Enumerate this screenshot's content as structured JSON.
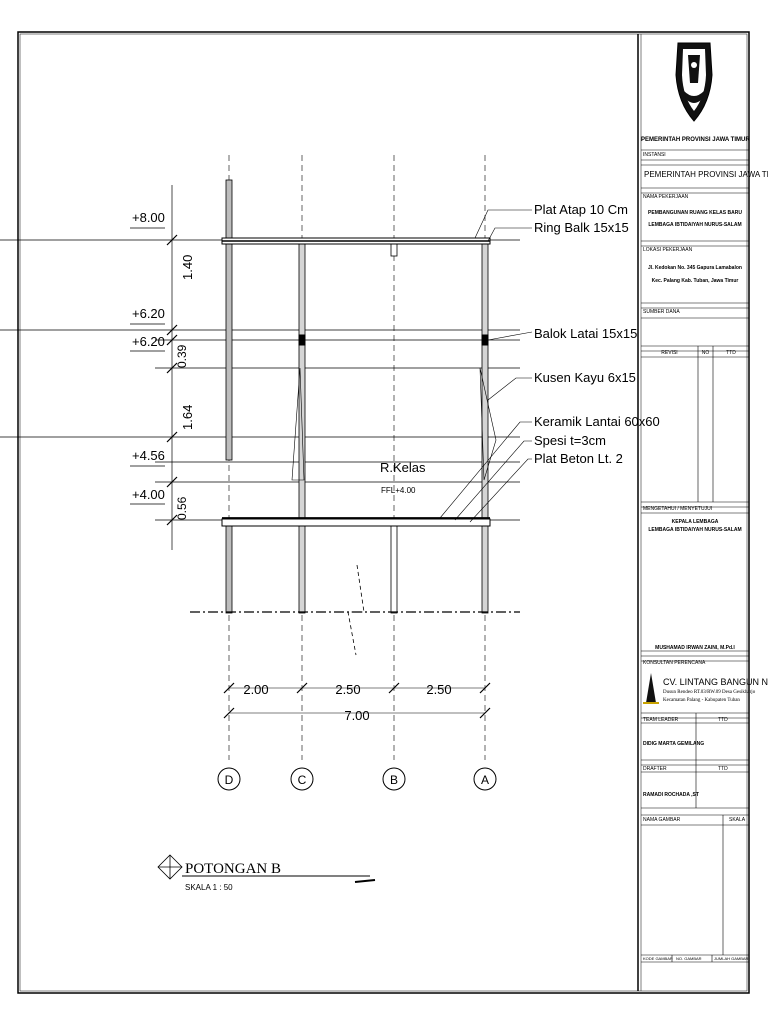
{
  "drawing": {
    "levels": [
      "+8.00",
      "+6.20",
      "+6.20",
      "+4.56",
      "+4.00"
    ],
    "vertical_dims": [
      "1.40",
      "0.39",
      "1.64",
      "0.56"
    ],
    "callouts": [
      "Plat Atap 10 Cm",
      "Ring Balk 15x15",
      "Balok Latai 15x15",
      "Kusen Kayu 6x15",
      "Keramik Lantai 60x60",
      "Spesi t=3cm",
      "Plat Beton Lt. 2"
    ],
    "room_name": "R.Kelas",
    "floor_level": "FFL+4.00",
    "span_dims": [
      "2.00",
      "2.50",
      "2.50"
    ],
    "total_span": "7.00",
    "grid_axes": [
      "D",
      "C",
      "B",
      "A"
    ],
    "section_title": "POTONGAN B",
    "scale": "SKALA 1 : 50"
  },
  "title_block": {
    "agency": "PEMERINTAH PROVINSI JAWA TIMUR",
    "instansi_label": "INSTANSI",
    "instansi_value": "PEMERINTAH PROVINSI JAWA TIMUR",
    "pekerjaan_label": "NAMA PEKERJAAN",
    "pekerjaan_line1": "PEMBANGUNAN RUANG KELAS BARU",
    "pekerjaan_line2": "LEMBAGA IBTIDAIYAH NURUS-SALAM",
    "lokasi_label": "LOKASI PEKERJAAN",
    "lokasi_line1": "Jl. Kedokan No. 345 Gapura Lamabalon",
    "lokasi_line2": "Kec. Palang Kab. Tuban, Jawa Timur",
    "sumber_label": "SUMBER DANA",
    "revisi_label": "REVISI",
    "no_label": "NO",
    "ttd_label": "TTD",
    "mengetahui_label": "MENGETAHUI / MENYETUJUI",
    "mengetahui_line1": "KEPALA LEMBAGA",
    "mengetahui_line2": "LEMBAGA IBTIDAIYAH NURUS-SALAM",
    "signatory": "MUSHAMAD IRWAN ZAINI, M.Pd.I",
    "konsultan_label": "KONSULTAN PERENCANA",
    "konsultan_name": "CV. LINTANG BANGUN NAGARI",
    "konsultan_addr1": "Dusun Rendeo RT.03/RW.09 Desa Gesikharjo",
    "konsultan_addr2": "Kecamatan Palang - Kabupaten Tuban",
    "team_leader_label": "TEAM LEADER",
    "team_leader_ttd": "TTD",
    "team_leader_name": "DIDIG MARTA GEMILANG",
    "drafter_label": "DRAFTER",
    "drafter_ttd": "TTD",
    "drafter_name": "RAMADI ROCHADA ,ST",
    "nama_gambar_label": "NAMA GAMBAR",
    "skala_label": "SKALA",
    "footer_1": "KODE GAMBAR",
    "footer_2": "NO. GAMBAR",
    "footer_3": "JUMLAH GAMBAR"
  }
}
